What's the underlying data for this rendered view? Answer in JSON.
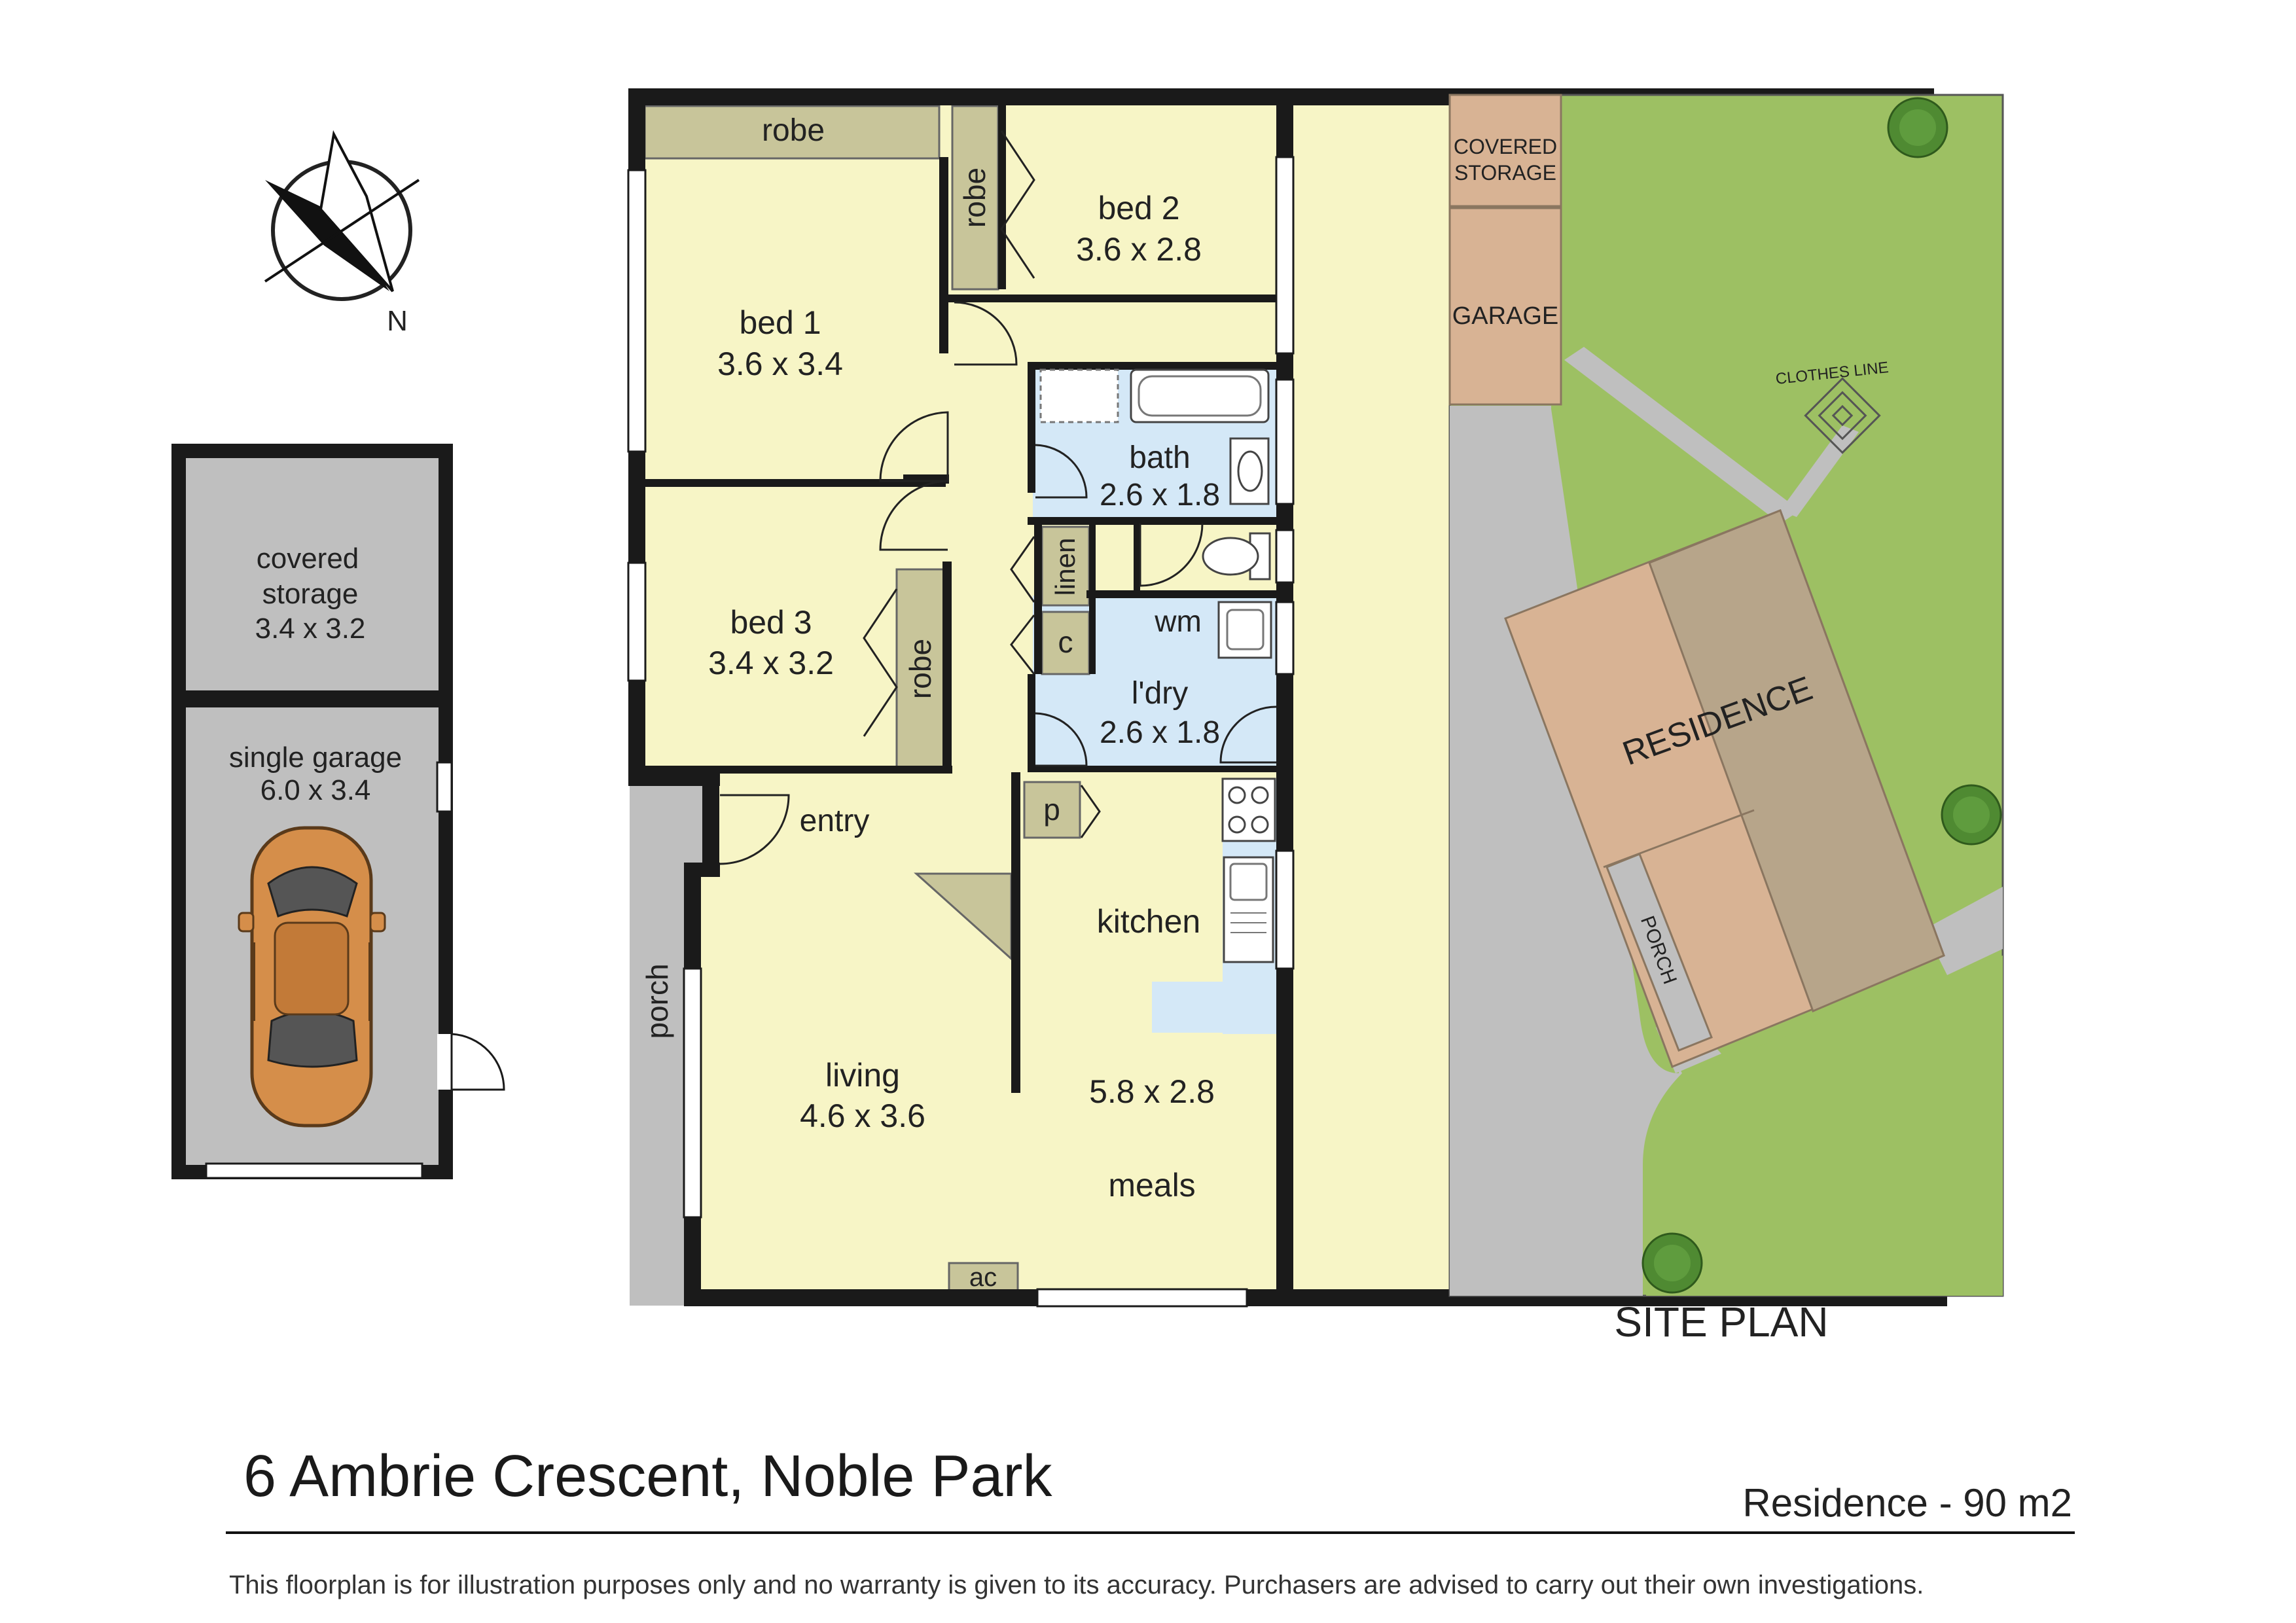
{
  "compass": {
    "label": "N"
  },
  "outbuilding": {
    "covered_storage": {
      "name1": "covered",
      "name2": "storage",
      "size": "3.4 x 3.2"
    },
    "garage": {
      "name": "single garage",
      "size": "6.0 x 3.4"
    }
  },
  "rooms": {
    "robe_top": "robe",
    "robe_bed2": "robe",
    "bed2": {
      "name": "bed 2",
      "size": "3.6 x 2.8"
    },
    "bed1": {
      "name": "bed 1",
      "size": "3.6 x 3.4"
    },
    "bath": {
      "name": "bath",
      "size": "2.6 x 1.8"
    },
    "linen": "linen",
    "c": "c",
    "wm": "wm",
    "laundry": {
      "name": "l'dry",
      "size": "2.6 x 1.8"
    },
    "bed3": {
      "name": "bed 3",
      "size": "3.4 x 3.2"
    },
    "robe_bed3": "robe",
    "p": "p",
    "entry": "entry",
    "kitchen": "kitchen",
    "porch": "porch",
    "living": {
      "name": "living",
      "size": "4.6 x 3.6"
    },
    "meals": {
      "name": "meals",
      "size": "5.8 x 2.8"
    },
    "ac": "ac"
  },
  "site_plan": {
    "title": "SITE PLAN",
    "covered_storage_1": "COVERED",
    "covered_storage_2": "STORAGE",
    "garage": "GARAGE",
    "clothes_line": "CLOTHES LINE",
    "residence": "RESIDENCE",
    "porch": "PORCH"
  },
  "footer": {
    "address": "6 Ambrie Crescent, Noble Park",
    "area": "Residence - 90 m2",
    "disclaimer": "This floorplan is for illustration purposes only and no warranty is given to its accuracy. Purchasers are advised to carry out their own investigations."
  },
  "colors": {
    "room_fill": "#f7f5c6",
    "wet_fill": "#d4e8f7",
    "wall": "#1a1a1a",
    "robe_fill": "#c8c59a",
    "grey_fill": "#bfbfbf",
    "lawn": "#9dc063",
    "site_building": "#d8b394",
    "site_roof": "#b7a58a",
    "car": "#d58e4a"
  }
}
